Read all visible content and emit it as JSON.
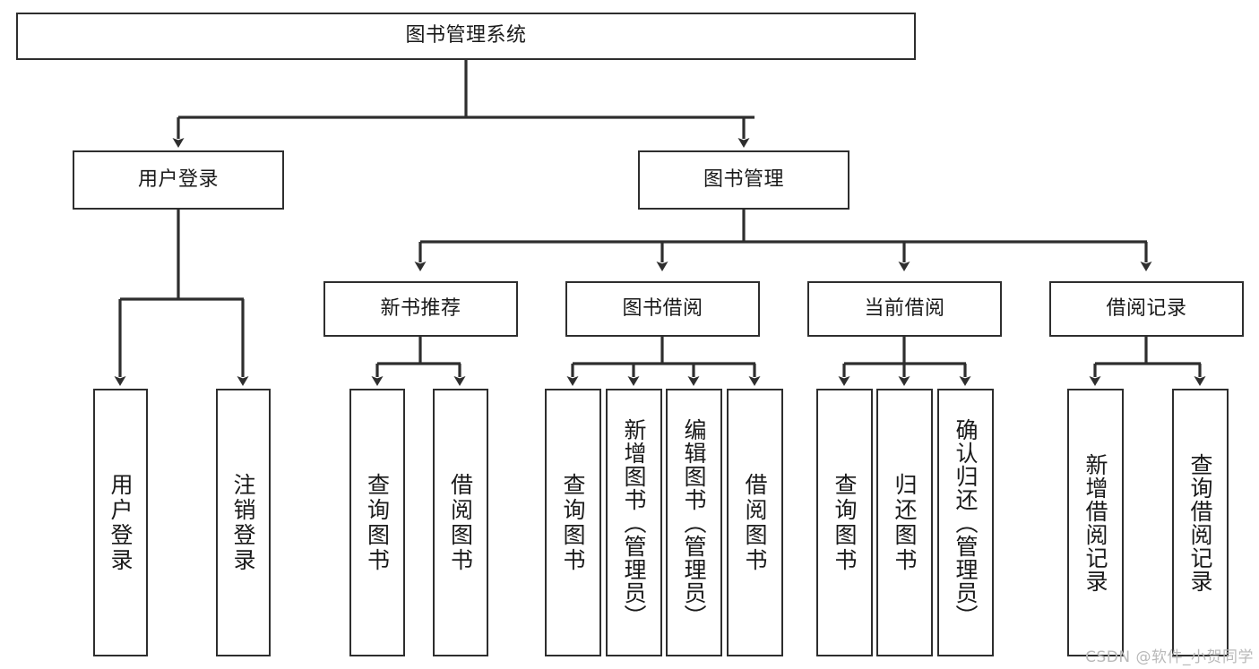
{
  "diagram": {
    "title": "图书管理系统",
    "type": "tree-hierarchy-chart",
    "watermark": "CSDN @软件_小贺同学",
    "colors": {
      "box_border": "#2e2e2e",
      "box_fill": "#ffffff",
      "edge": "#2e2e2e",
      "text": "#1a1a1a",
      "watermark": "#b9b9b9",
      "background": "#ffffff"
    }
  },
  "nodes": {
    "root": {
      "label": "图书管理系统"
    },
    "level2": [
      {
        "id": "user-login",
        "label": "用户登录"
      },
      {
        "id": "book-manage",
        "label": "图书管理"
      }
    ],
    "level3": [
      {
        "id": "new-book-recommend",
        "label": "新书推荐"
      },
      {
        "id": "book-borrow",
        "label": "图书借阅"
      },
      {
        "id": "current-borrow",
        "label": "当前借阅"
      },
      {
        "id": "borrow-record",
        "label": "借阅记录"
      }
    ],
    "leaves": [
      {
        "id": "leaf-user-login",
        "label": "用户登录"
      },
      {
        "id": "leaf-logout-login",
        "label": "注销登录"
      },
      {
        "id": "leaf-query-book-1",
        "label": "查询图书"
      },
      {
        "id": "leaf-borrow-book-1",
        "label": "借阅图书"
      },
      {
        "id": "leaf-query-book-2",
        "label": "查询图书"
      },
      {
        "id": "leaf-add-book-admin",
        "label": "新增图书（管理员）"
      },
      {
        "id": "leaf-edit-book-admin",
        "label": "编辑图书（管理员）"
      },
      {
        "id": "leaf-borrow-book-2",
        "label": "借阅图书"
      },
      {
        "id": "leaf-query-book-3",
        "label": "查询图书"
      },
      {
        "id": "leaf-return-book",
        "label": "归还图书"
      },
      {
        "id": "leaf-confirm-return-admin",
        "label": "确认归还（管理员）"
      },
      {
        "id": "leaf-add-borrow-record",
        "label": "新增借阅记录"
      },
      {
        "id": "leaf-query-borrow-record",
        "label": "查询借阅记录"
      }
    ]
  },
  "edges": [
    {
      "from": "图书管理系统",
      "to": "用户登录"
    },
    {
      "from": "图书管理系统",
      "to": "图书管理"
    },
    {
      "from": "用户登录",
      "to": "用户登录"
    },
    {
      "from": "用户登录",
      "to": "注销登录"
    },
    {
      "from": "图书管理",
      "to": "新书推荐"
    },
    {
      "from": "图书管理",
      "to": "图书借阅"
    },
    {
      "from": "图书管理",
      "to": "当前借阅"
    },
    {
      "from": "图书管理",
      "to": "借阅记录"
    },
    {
      "from": "新书推荐",
      "to": "查询图书"
    },
    {
      "from": "新书推荐",
      "to": "借阅图书"
    },
    {
      "from": "图书借阅",
      "to": "查询图书"
    },
    {
      "from": "图书借阅",
      "to": "新增图书（管理员）"
    },
    {
      "from": "图书借阅",
      "to": "编辑图书（管理员）"
    },
    {
      "from": "图书借阅",
      "to": "借阅图书"
    },
    {
      "from": "当前借阅",
      "to": "查询图书"
    },
    {
      "from": "当前借阅",
      "to": "归还图书"
    },
    {
      "from": "当前借阅",
      "to": "确认归还（管理员）"
    },
    {
      "from": "借阅记录",
      "to": "新增借阅记录"
    },
    {
      "from": "借阅记录",
      "to": "查询借阅记录"
    }
  ]
}
